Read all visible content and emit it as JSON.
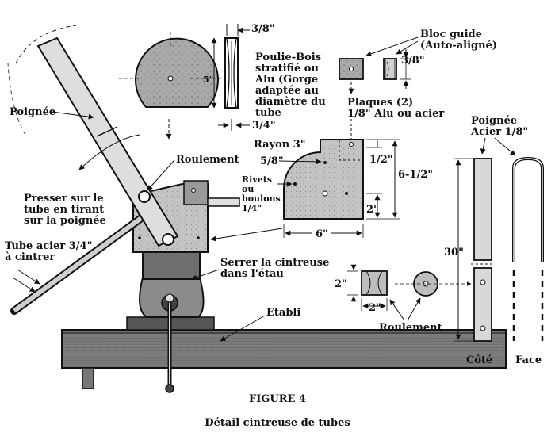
{
  "labels": {
    "dim_3_8_top": "3/8\"",
    "poulie_1": "Poulie-Bois",
    "poulie_2": "stratifié ou",
    "poulie_3": "Alu (Gorge",
    "poulie_4": "adaptée au",
    "poulie_5": "diamètre du",
    "poulie_6": "tube",
    "dim_5": "5\"",
    "dim_3_4": "3/4\"",
    "bloc_1": "Bloc guide",
    "bloc_2": "(Auto-aligné)",
    "dim_3_8_bloc": "3/8\"",
    "plaques_1": "Plaques (2)",
    "plaques_2": "1/8\" Alu ou acier",
    "poignee_left": "Poignée",
    "roulement_top": "Roulement",
    "rayon": "Rayon 3\"",
    "dim_5_8": "5/8\"",
    "rivets_1": "Rivets",
    "rivets_2": "ou",
    "rivets_3": "boulons",
    "rivets_4": "1/4\"",
    "dim_1_2": "1/2\"",
    "dim_6_1_2": "6-1/2\"",
    "dim_2_plate": "2\"",
    "dim_6": "6\"",
    "presser_1": "Presser sur le",
    "presser_2": "tube en tirant",
    "presser_3": "sur la poignée",
    "tube_1": "Tube acier 3/4\"",
    "tube_2": "à cintrer",
    "serrer_1": "Serrer la cintreuse",
    "serrer_2": "dans l'étau",
    "etabli": "Etabli",
    "poignee_acier_1": "Poignée",
    "poignee_acier_2": "Acier 1/8\"",
    "dim_30": "30\"",
    "dim_2_roll_v": "2\"",
    "dim_2_roll_h": "2\"",
    "roulement_bottom": "Roulement",
    "cote": "Côté",
    "face": "Face"
  },
  "caption": {
    "figure": "FIGURE 4",
    "title": "Détail cintreuse de tubes"
  }
}
